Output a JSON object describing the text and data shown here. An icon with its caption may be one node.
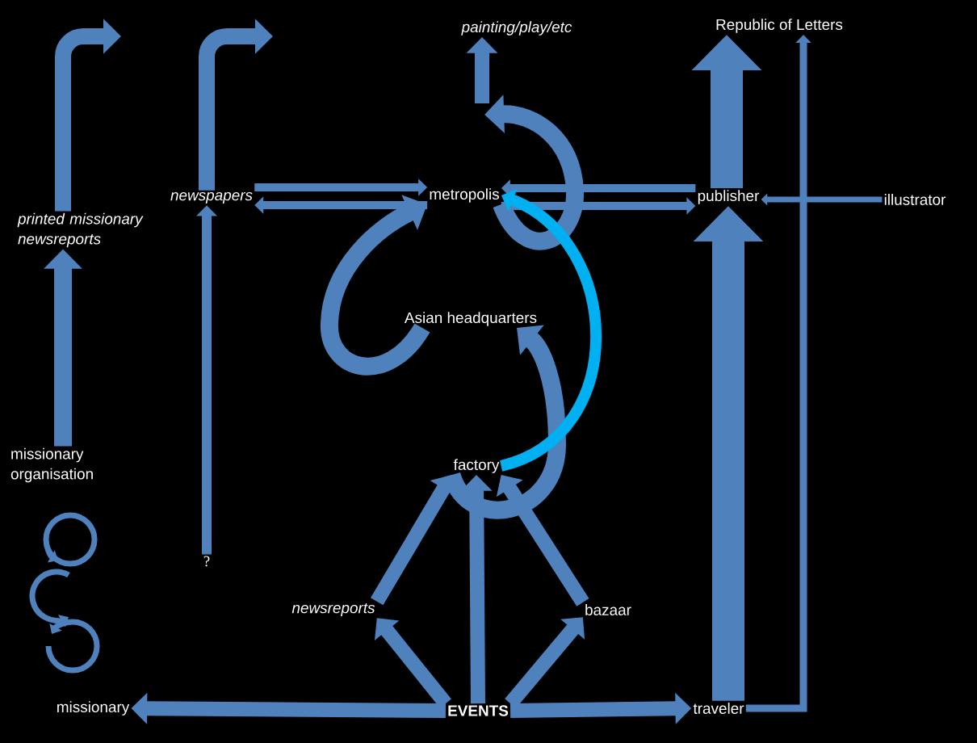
{
  "diagram": {
    "nodes": [
      {
        "text": [
          "painting/play/etc"
        ]
      },
      {
        "text": [
          "Republic of Letters"
        ]
      },
      {
        "text": [
          "printed missionary newsreports"
        ]
      },
      {
        "text": [
          "newspapers"
        ]
      },
      {
        "text": [
          "metropolis"
        ]
      },
      {
        "text": [
          "publisher"
        ]
      },
      {
        "text": [
          "illustrator"
        ]
      },
      {
        "text": [
          "Asian headquarters"
        ]
      },
      {
        "text": [
          "missionary organisation"
        ]
      },
      {
        "text": [
          "factory"
        ]
      },
      {
        "text": [
          "?"
        ]
      },
      {
        "text": [
          "newsreports"
        ]
      },
      {
        "text": [
          "bazaar"
        ]
      },
      {
        "text": [
          "missionary"
        ]
      },
      {
        "text": [
          "EVENTS"
        ]
      },
      {
        "text": [
          "traveler"
        ]
      }
    ],
    "edges": [
      {
        "from": 2,
        "to": null,
        "arrow": "to"
      },
      {
        "from": 3,
        "to": null,
        "arrow": "to"
      },
      {
        "from": 3,
        "to": 4,
        "arrow": "to"
      },
      {
        "from": 4,
        "to": 3,
        "arrow": "to"
      },
      {
        "from": 5,
        "to": 4,
        "arrow": "to"
      },
      {
        "from": 4,
        "to": 5,
        "arrow": "to"
      },
      {
        "from": 4,
        "to": null,
        "arrow": "to"
      },
      {
        "from": null,
        "to": 0,
        "arrow": "to"
      },
      {
        "from": 5,
        "to": 1,
        "arrow": "to",
        "style": "thick"
      },
      {
        "from": 15,
        "to": 5,
        "arrow": "to",
        "style": "thick"
      },
      {
        "from": 15,
        "to": 1,
        "arrow": "to"
      },
      {
        "from": 6,
        "to": 5,
        "arrow": "to"
      },
      {
        "from": 8,
        "to": 2,
        "arrow": "to"
      },
      {
        "from": 10,
        "to": 3,
        "arrow": "to"
      },
      {
        "from": 9,
        "to": 7,
        "arrow": "to"
      },
      {
        "from": 7,
        "to": 4,
        "arrow": "to"
      },
      {
        "from": 9,
        "to": 4,
        "arrow": "to",
        "color": "#00b0f0"
      },
      {
        "from": 14,
        "to": 13,
        "arrow": "to"
      },
      {
        "from": 14,
        "to": 15,
        "arrow": "to"
      },
      {
        "from": 14,
        "to": 11,
        "arrow": "to"
      },
      {
        "from": 14,
        "to": 9,
        "arrow": "to"
      },
      {
        "from": 14,
        "to": 12,
        "arrow": "to"
      },
      {
        "from": 11,
        "to": 9,
        "arrow": "to"
      },
      {
        "from": 12,
        "to": 9,
        "arrow": "to"
      }
    ]
  }
}
